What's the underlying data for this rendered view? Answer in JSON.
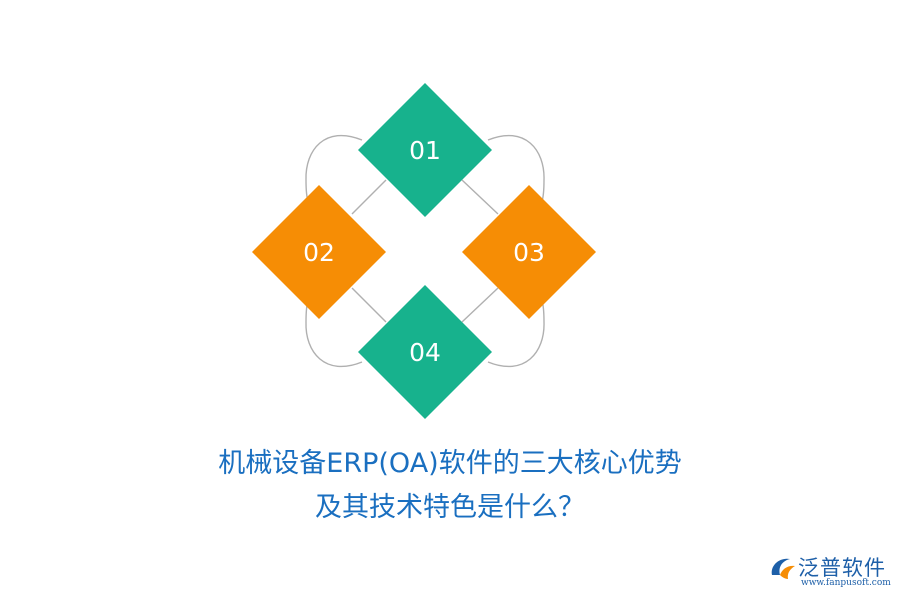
{
  "diagram": {
    "items": [
      {
        "label": "01",
        "color": "#17b28d"
      },
      {
        "label": "02",
        "color": "#f68d05"
      },
      {
        "label": "03",
        "color": "#f68d05"
      },
      {
        "label": "04",
        "color": "#17b28d"
      }
    ],
    "ring_color": "#b0b0b0"
  },
  "title": {
    "line1": "机械设备ERP(OA)软件的三大核心优势",
    "line2": "及其技术特色是什么？",
    "color": "#1a6fc0"
  },
  "logo": {
    "name": "泛普软件",
    "url": "www.fanpusoft.com",
    "color": "#1d5fa8",
    "mark_accent": "#f68d05"
  }
}
